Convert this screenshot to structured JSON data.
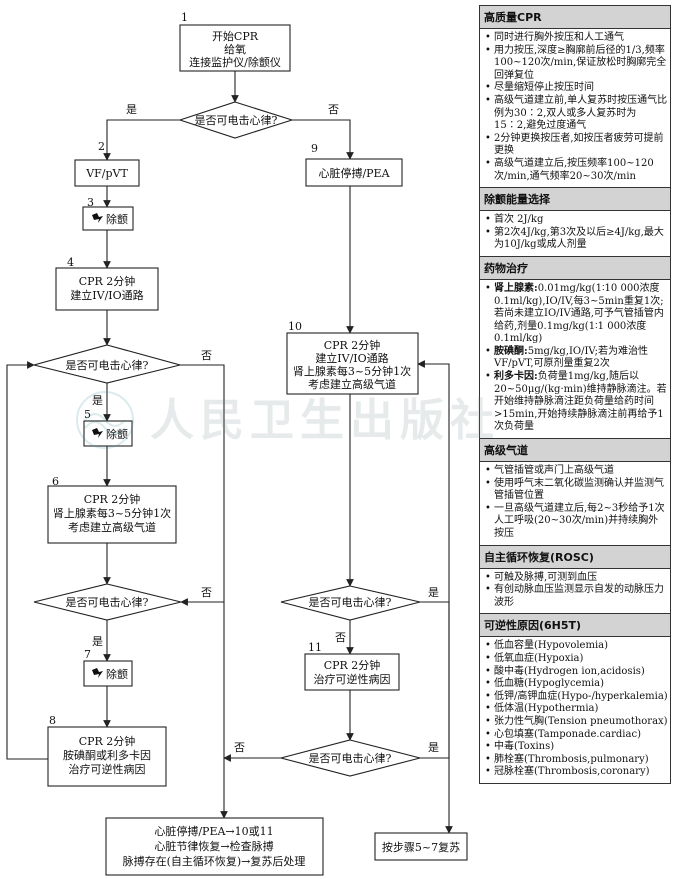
{
  "flow": {
    "n1": "1",
    "n2": "2",
    "n3": "3",
    "n4": "4",
    "n5": "5",
    "n6": "6",
    "n7": "7",
    "n8": "8",
    "n9": "9",
    "n10": "10",
    "n11": "11",
    "box1": [
      "开始CPR",
      "给氧",
      "连接监护仪/除颤仪"
    ],
    "decision": "是否可电击心律?",
    "yes": "是",
    "no": "否",
    "box2": "VF/pVT",
    "defib": "除颤",
    "box4": [
      "CPR 2分钟",
      "建立IV/IO通路"
    ],
    "box6": [
      "CPR 2分钟",
      "肾上腺素每3~5分钟1次",
      "考虑建立高级气道"
    ],
    "box8": [
      "CPR 2分钟",
      "胺碘酮或利多卡因",
      "治疗可逆性病因"
    ],
    "box9": "心脏停搏/PEA",
    "box10": [
      "CPR 2分钟",
      "建立IV/IO通路",
      "肾上腺素每3~5分钟1次",
      "考虑建立高级气道"
    ],
    "box11": [
      "CPR 2分钟",
      "治疗可逆性病因"
    ],
    "bottom": [
      "心脏停搏/PEA→10或11",
      "心脏节律恢复→检查脉搏",
      "脉搏存在(自主循环恢复)→复苏后处理"
    ],
    "goto": "按步骤5~7复苏"
  },
  "panel": {
    "s1": {
      "title": "高质量CPR",
      "items": [
        "同时进行胸外按压和人工通气",
        "用力按压,深度≥胸廓前后径的1/3,频率100~120次/min,保证放松时胸廓完全回弹复位",
        "尽量缩短停止按压时间",
        "高级气道建立前,单人复苏时按压通气比例为30∶2,双人或多人复苏时为15∶2,避免过度通气",
        "2分钟更换按压者,如按压者疲劳可提前更换",
        "高级气道建立后,按压频率100~120次/min,通气频率20~30次/min"
      ]
    },
    "s2": {
      "title": "除颤能量选择",
      "items": [
        "首次 2J/kg",
        "第2次4J/kg,第3次及以后≥4J/kg,最大为10J/kg或成人剂量"
      ]
    },
    "s3": {
      "title": "药物治疗",
      "d1_label": "肾上腺素:",
      "d1_text": "0.01mg/kg(1∶10 000浓度0.1ml/kg),IO/IV,每3~5min重复1次;若尚未建立IO/IV通路,可予气管插管内给药,剂量0.1mg/kg(1∶1 000浓度0.1ml/kg)",
      "d2_label": "胺碘酮:",
      "d2_text": "5mg/kg,IO/IV;若为难治性VF/pVT,可原剂量重复2次",
      "d3_label": "利多卡因:",
      "d3_text": "负荷量1mg/kg,随后以20~50μg/(kg·min)维持静脉滴注。若开始维持静脉滴注距负荷量给药时间>15min,开始持续静脉滴注前再给予1次负荷量"
    },
    "s4": {
      "title": "高级气道",
      "items": [
        "气管插管或声门上高级气道",
        "使用呼气末二氧化碳监测确认并监测气管插管位置",
        "一旦高级气道建立后,每2~3秒给予1次人工呼吸(20~30次/min)并持续胸外按压"
      ]
    },
    "s5": {
      "title": "自主循环恢复(ROSC)",
      "items": [
        "可触及脉搏,可测到血压",
        "有创动脉血压监测显示自发的动脉压力波形"
      ]
    },
    "s6": {
      "title": "可逆性原因(6H5T)",
      "items": [
        "低血容量(Hypovolemia)",
        "低氧血症(Hypoxia)",
        "酸中毒(Hydrogen ion,acidosis)",
        "低血糖(Hypoglycemia)",
        "低钾/高钾血症(Hypo-/hyperkalemia)",
        "低体温(Hypothermia)",
        "张力性气胸(Tension pneumothorax)",
        "心包填塞(Tamponade.cardiac)",
        "中毒(Toxins)",
        "肺栓塞(Thrombosis,pulmonary)",
        "冠脉栓塞(Thrombosis,coronary)"
      ]
    }
  },
  "watermark": "人民卫生出版社"
}
